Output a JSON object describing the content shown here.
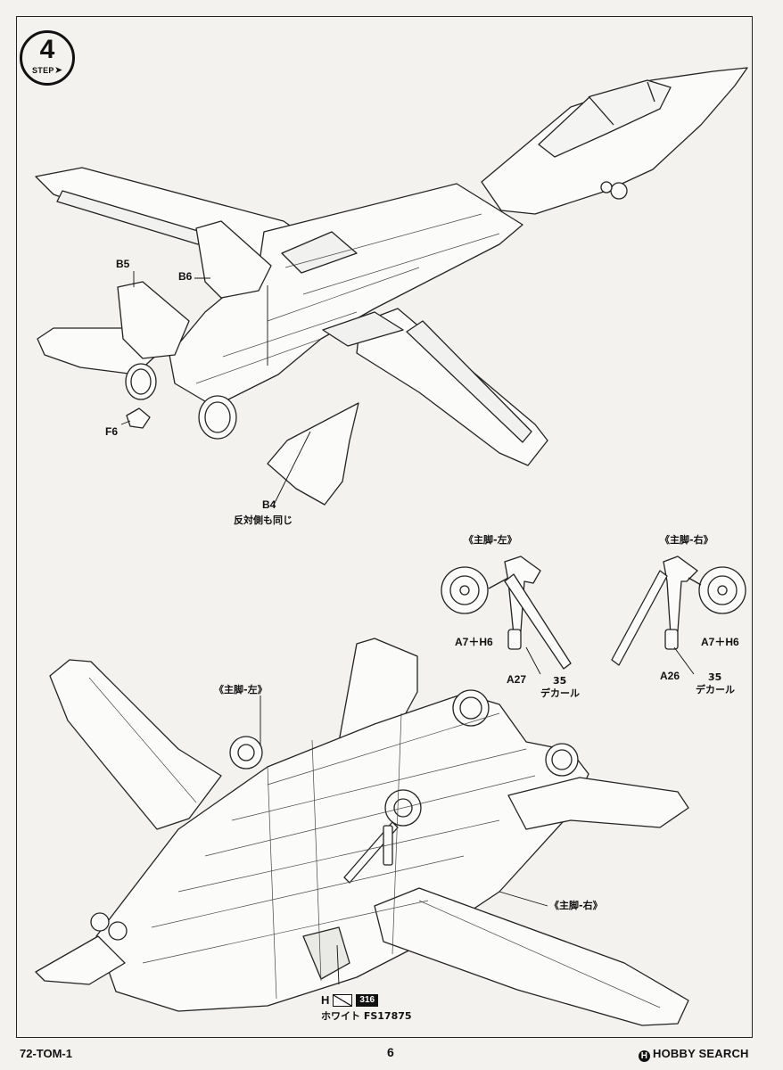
{
  "step": {
    "number": "4",
    "word": "STEP"
  },
  "labels": {
    "b5": "B5",
    "b6": "B6",
    "f6": "F6",
    "b4": "B4",
    "b4_note": "反対側も同じ",
    "main_gear_left_title": "《主脚-左》",
    "main_gear_right_title": "《主脚-右》",
    "a7h6_left": "A7＋H6",
    "a7h6_right": "A7＋H6",
    "a27": "A27",
    "a26": "A26",
    "decal_num_left": "35",
    "decal_left": "デカール",
    "decal_num_right": "35",
    "decal_right": "デカール",
    "bottom_gear_left": "《主脚-左》",
    "bottom_gear_right": "《主脚-右》"
  },
  "paint": {
    "letter": "H",
    "code": "316",
    "name": "ホワイト FS17875"
  },
  "footer": {
    "model_code": "72-TOM-1",
    "page": "6",
    "brand": "HOBBY SEARCH",
    "brand_mark": "H"
  }
}
